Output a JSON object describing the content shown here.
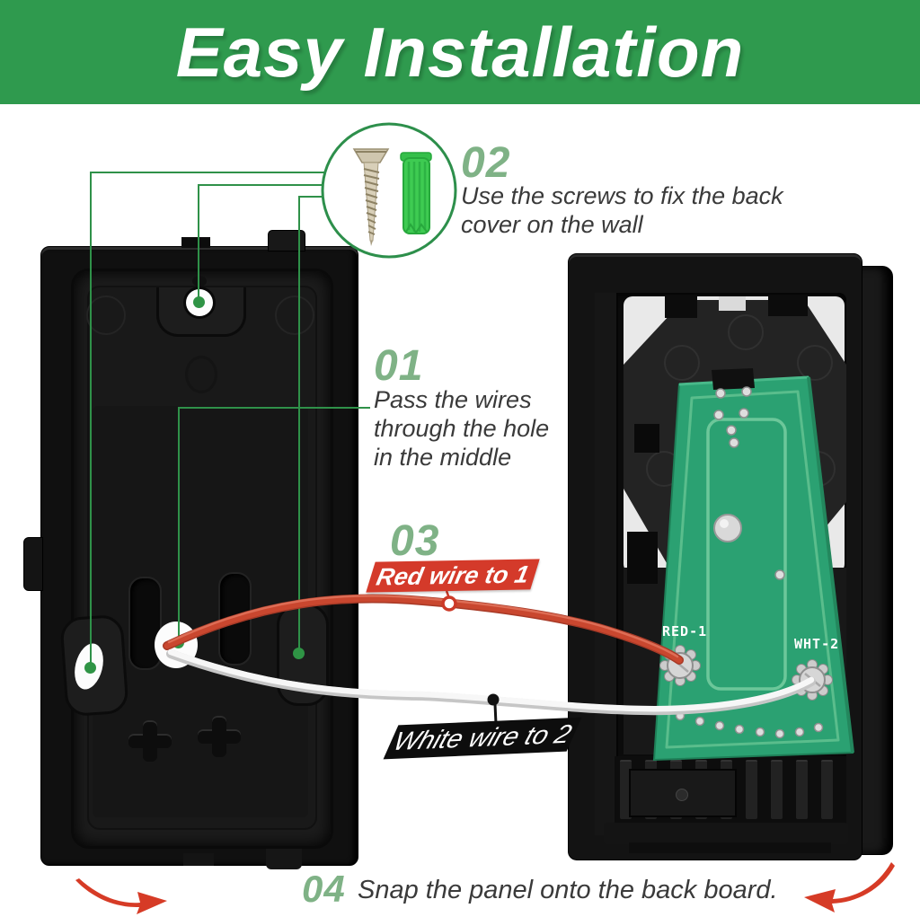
{
  "header": {
    "title": "Easy Installation"
  },
  "steps": {
    "s01": {
      "num": "01",
      "text": "Pass the wires\nthrough the hole\nin the middle"
    },
    "s02": {
      "num": "02",
      "text": "Use the screws to fix the back\ncover on the wall"
    },
    "s03": {
      "num": "03",
      "red_banner": "Red wire to 1",
      "white_banner": "White wire to 2"
    },
    "s04": {
      "num": "04",
      "text": "Snap the panel onto the back board."
    }
  },
  "pcb": {
    "red_terminal": "RED-1",
    "white_terminal": "WHT-2"
  },
  "colors": {
    "header_green": "#2f9a4e",
    "step_number_green": "#7fb286",
    "annotation_green": "#2f9149",
    "banner_red": "#d43a2a",
    "banner_black": "#0d0d0d",
    "wire_red": "#c9472f",
    "wire_white": "#f7f7f7",
    "pcb_green": "#2ba172",
    "anchor_green": "#3ecb52"
  }
}
